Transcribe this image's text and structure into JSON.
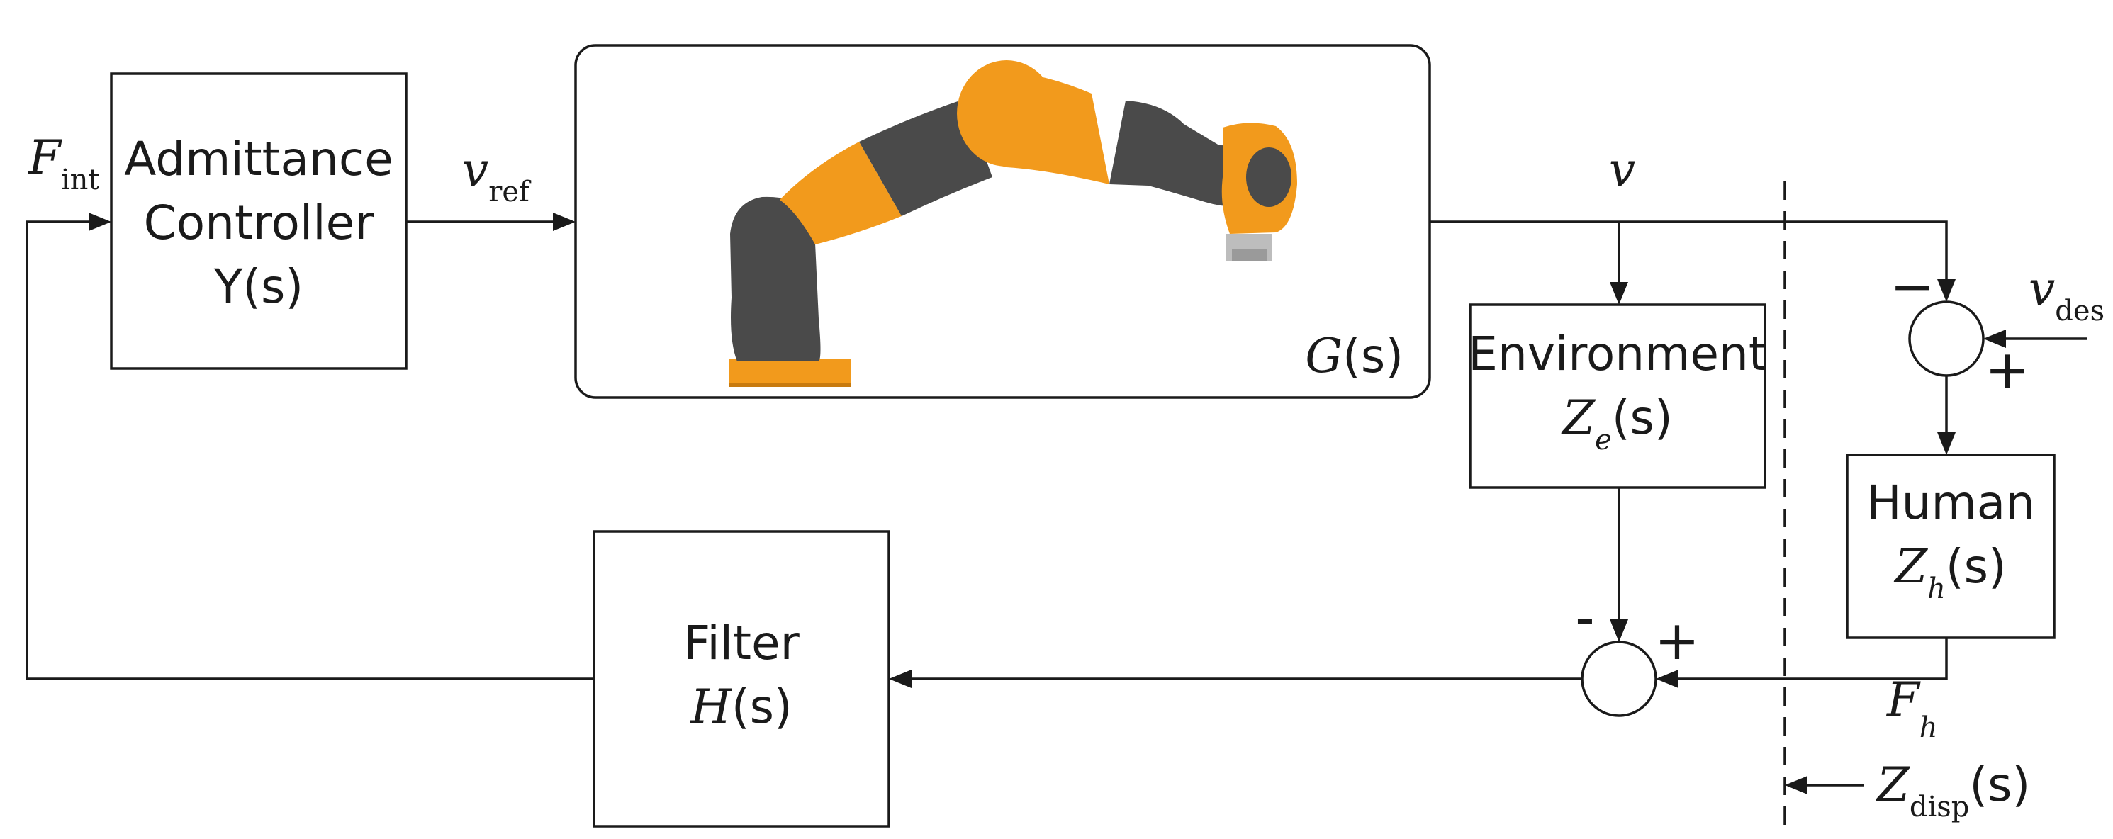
{
  "blocks": {
    "admittance": {
      "line1": "Admittance",
      "line2": "Controller",
      "line3": "Y(s)"
    },
    "plant": {
      "symbol": "G",
      "arg": "(s)"
    },
    "environment": {
      "title": "Environment",
      "symbol": "Z",
      "sub": "e",
      "arg": "(s)"
    },
    "human": {
      "title": "Human",
      "symbol": "Z",
      "sub": "h",
      "arg": "(s)"
    },
    "filter": {
      "title": "Filter",
      "symbol": "H",
      "arg": "(s)"
    }
  },
  "signals": {
    "f_int": {
      "symbol": "F",
      "sub": "int"
    },
    "v_ref": {
      "symbol": "v",
      "sub": "ref"
    },
    "v": {
      "symbol": "v"
    },
    "v_des": {
      "symbol": "v",
      "sub": "des"
    },
    "f_h": {
      "symbol": "F",
      "sub": "h"
    },
    "z_disp": {
      "symbol": "Z",
      "sub": "disp",
      "arg": "(s)"
    }
  },
  "summing": {
    "human_sum": {
      "minus": "−",
      "plus": "+"
    },
    "force_sum": {
      "minus": "-",
      "plus": "+"
    }
  },
  "robot": {
    "colors": {
      "orange": "#f29a1c",
      "gray": "#4a4a4a",
      "light": "#bdbdbd"
    }
  }
}
